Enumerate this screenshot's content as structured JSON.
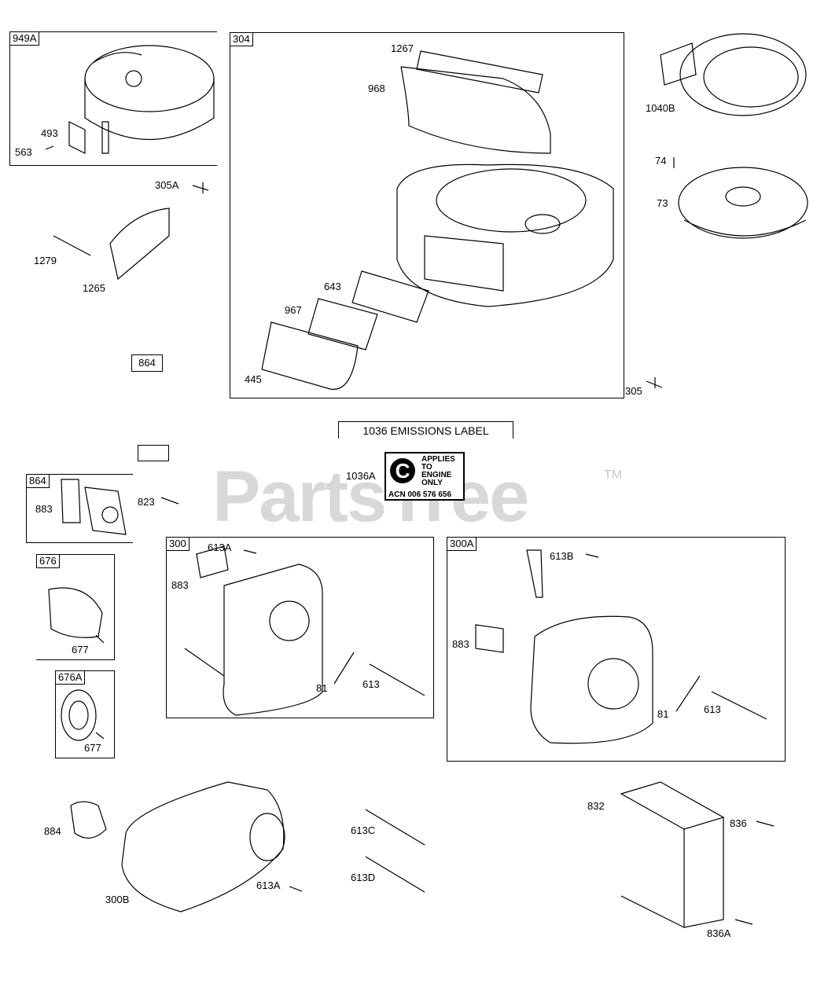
{
  "watermark": {
    "text": "PartsTree",
    "trademark": "TM"
  },
  "section_title": "1036 EMISSIONS LABEL",
  "emissions_label": {
    "logo_glyph": "C",
    "lines": [
      "APPLIES",
      "TO",
      "ENGINE",
      "ONLY"
    ],
    "acn": "ACN 006 576 656"
  },
  "frames": {
    "f949A": "949A",
    "f304": "304",
    "f864": "864",
    "f676": "676",
    "f676A": "676A",
    "f300": "300",
    "f300A": "300A"
  },
  "tags": {
    "t864": "864",
    "blank": ""
  },
  "callouts": {
    "c493": "493",
    "c563": "563",
    "c305A": "305A",
    "c1279": "1279",
    "c1265": "1265",
    "c1267": "1267",
    "c968": "968",
    "c643": "643",
    "c967": "967",
    "c445": "445",
    "c305": "305",
    "c1040B": "1040B",
    "c74": "74",
    "c73": "73",
    "c1036A": "1036A",
    "c883a": "883",
    "c823": "823",
    "c677a": "677",
    "c677b": "677",
    "c613A": "613A",
    "c883b": "883",
    "c81a": "81",
    "c613a": "613",
    "c613B": "613B",
    "c883c": "883",
    "c81b": "81",
    "c613b": "613",
    "c884": "884",
    "c300B": "300B",
    "c613A2": "613A",
    "c613C": "613C",
    "c613D": "613D",
    "c832": "832",
    "c836": "836",
    "c836A": "836A"
  },
  "colors": {
    "line": "#000000",
    "watermark": "#d8d8d8"
  }
}
